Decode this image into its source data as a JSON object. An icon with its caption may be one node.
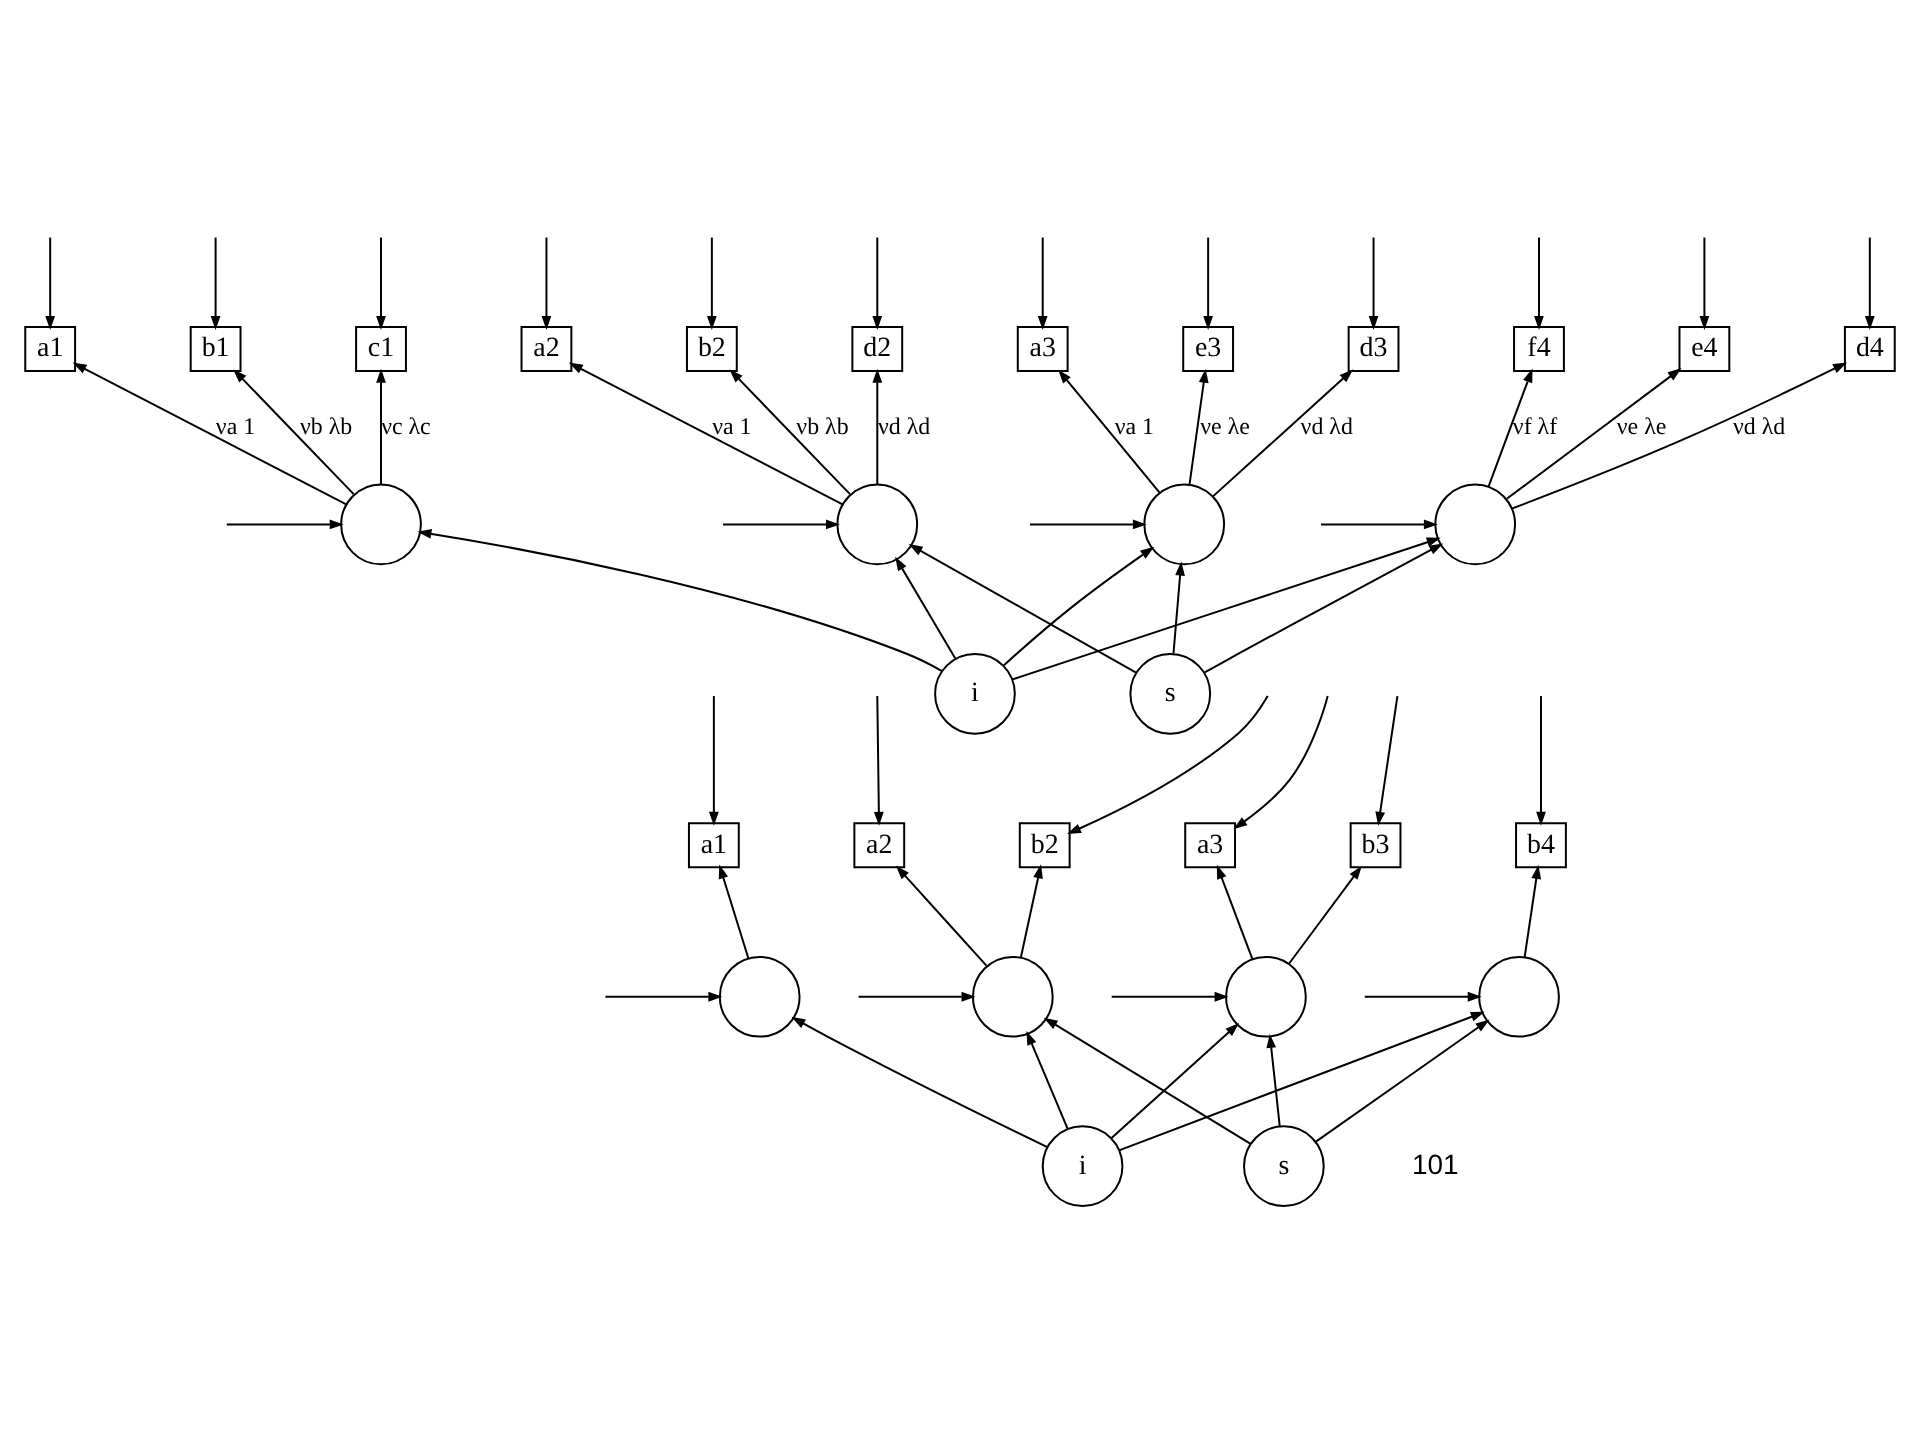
{
  "diagram": {
    "nodes": [
      {
        "text": [
          "a1"
        ]
      },
      {
        "text": [
          "b1"
        ]
      },
      {
        "text": [
          "c1"
        ]
      },
      {
        "text": [
          "a2"
        ]
      },
      {
        "text": [
          "b2"
        ]
      },
      {
        "text": [
          "d2"
        ]
      },
      {
        "text": [
          "a3"
        ]
      },
      {
        "text": [
          "e3"
        ]
      },
      {
        "text": [
          "d3"
        ]
      },
      {
        "text": [
          "f4"
        ]
      },
      {
        "text": [
          "e4"
        ]
      },
      {
        "text": [
          "d4"
        ]
      },
      {
        "text": [],
        "shape": "circle"
      },
      {
        "text": [],
        "shape": "circle"
      },
      {
        "text": [],
        "shape": "circle"
      },
      {
        "text": [],
        "shape": "circle"
      },
      {
        "text": [
          "i"
        ]
      },
      {
        "text": [
          "s"
        ]
      },
      {
        "text": [
          "a1"
        ]
      },
      {
        "text": [
          "a2"
        ]
      },
      {
        "text": [
          "b2"
        ]
      },
      {
        "text": [
          "a3"
        ]
      },
      {
        "text": [
          "b3"
        ]
      },
      {
        "text": [
          "b4"
        ]
      },
      {
        "text": [],
        "shape": "circle"
      },
      {
        "text": [],
        "shape": "circle"
      },
      {
        "text": [],
        "shape": "circle"
      },
      {
        "text": [],
        "shape": "circle"
      },
      {
        "text": [
          "i"
        ]
      },
      {
        "text": [
          "s"
        ]
      }
    ],
    "edges": [
      {
        "from": null,
        "to": 0,
        "arrow": "to"
      },
      {
        "from": null,
        "to": 1,
        "arrow": "to"
      },
      {
        "from": null,
        "to": 2,
        "arrow": "to"
      },
      {
        "from": null,
        "to": 3,
        "arrow": "to"
      },
      {
        "from": null,
        "to": 4,
        "arrow": "to"
      },
      {
        "from": null,
        "to": 5,
        "arrow": "to"
      },
      {
        "from": null,
        "to": 6,
        "arrow": "to"
      },
      {
        "from": null,
        "to": 7,
        "arrow": "to"
      },
      {
        "from": null,
        "to": 8,
        "arrow": "to"
      },
      {
        "from": null,
        "to": 9,
        "arrow": "to"
      },
      {
        "from": null,
        "to": 10,
        "arrow": "to"
      },
      {
        "from": null,
        "to": 11,
        "arrow": "to"
      },
      {
        "from": 12,
        "to": 0,
        "arrow": "to",
        "label": "νa 1"
      },
      {
        "from": 12,
        "to": 1,
        "arrow": "to",
        "label": "νb λb"
      },
      {
        "from": 12,
        "to": 2,
        "arrow": "to",
        "label": "νc λc"
      },
      {
        "from": 13,
        "to": 3,
        "arrow": "to",
        "label": "νa 1"
      },
      {
        "from": 13,
        "to": 4,
        "arrow": "to",
        "label": "νb λb"
      },
      {
        "from": 13,
        "to": 5,
        "arrow": "to",
        "label": "νd λd"
      },
      {
        "from": 14,
        "to": 6,
        "arrow": "to",
        "label": "νa 1"
      },
      {
        "from": 14,
        "to": 7,
        "arrow": "to",
        "label": "νe λe"
      },
      {
        "from": 14,
        "to": 8,
        "arrow": "to",
        "label": "νd λd"
      },
      {
        "from": 15,
        "to": 9,
        "arrow": "to",
        "label": "νf λf"
      },
      {
        "from": 15,
        "to": 10,
        "arrow": "to",
        "label": "νe λe"
      },
      {
        "from": 15,
        "to": 11,
        "arrow": "to",
        "label": "νd λd"
      },
      {
        "from": null,
        "to": 12,
        "arrow": "to"
      },
      {
        "from": null,
        "to": 13,
        "arrow": "to"
      },
      {
        "from": null,
        "to": 14,
        "arrow": "to"
      },
      {
        "from": null,
        "to": 15,
        "arrow": "to"
      },
      {
        "from": 16,
        "to": 12,
        "arrow": "to"
      },
      {
        "from": 16,
        "to": 13,
        "arrow": "to"
      },
      {
        "from": 16,
        "to": 14,
        "arrow": "to"
      },
      {
        "from": 16,
        "to": 15,
        "arrow": "to"
      },
      {
        "from": 17,
        "to": 13,
        "arrow": "to"
      },
      {
        "from": 17,
        "to": 14,
        "arrow": "to"
      },
      {
        "from": 17,
        "to": 15,
        "arrow": "to"
      },
      {
        "from": null,
        "to": 18,
        "arrow": "to"
      },
      {
        "from": null,
        "to": 19,
        "arrow": "to"
      },
      {
        "from": null,
        "to": 20,
        "arrow": "to"
      },
      {
        "from": null,
        "to": 21,
        "arrow": "to"
      },
      {
        "from": null,
        "to": 22,
        "arrow": "to"
      },
      {
        "from": null,
        "to": 23,
        "arrow": "to"
      },
      {
        "from": 24,
        "to": 18,
        "arrow": "to"
      },
      {
        "from": 25,
        "to": 19,
        "arrow": "to"
      },
      {
        "from": 25,
        "to": 20,
        "arrow": "to"
      },
      {
        "from": 26,
        "to": 21,
        "arrow": "to"
      },
      {
        "from": 26,
        "to": 22,
        "arrow": "to"
      },
      {
        "from": 27,
        "to": 23,
        "arrow": "to"
      },
      {
        "from": null,
        "to": 24,
        "arrow": "to"
      },
      {
        "from": null,
        "to": 25,
        "arrow": "to"
      },
      {
        "from": null,
        "to": 26,
        "arrow": "to"
      },
      {
        "from": null,
        "to": 27,
        "arrow": "to"
      },
      {
        "from": 28,
        "to": 24,
        "arrow": "to"
      },
      {
        "from": 28,
        "to": 25,
        "arrow": "to"
      },
      {
        "from": 28,
        "to": 26,
        "arrow": "to"
      },
      {
        "from": 28,
        "to": 27,
        "arrow": "to"
      },
      {
        "from": 29,
        "to": 25,
        "arrow": "to"
      },
      {
        "from": 29,
        "to": 26,
        "arrow": "to"
      },
      {
        "from": 29,
        "to": 27,
        "arrow": "to"
      }
    ],
    "labels": [
      "101"
    ]
  }
}
